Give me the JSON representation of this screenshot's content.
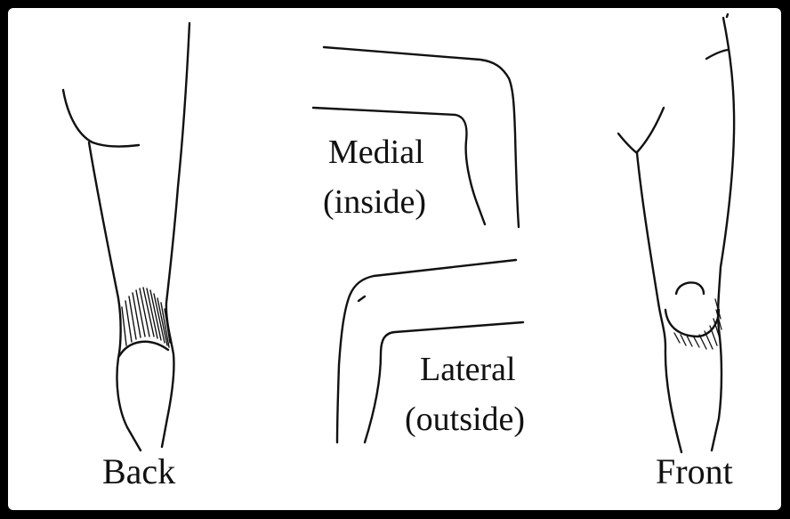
{
  "labels": {
    "back": "Back",
    "front": "Front",
    "medial_line1": "Medial",
    "medial_line2": "(inside)",
    "lateral_line1": "Lateral",
    "lateral_line2": "(outside)"
  },
  "colors": {
    "frame": "#000000",
    "background": "#ffffff",
    "ink": "#111111"
  }
}
